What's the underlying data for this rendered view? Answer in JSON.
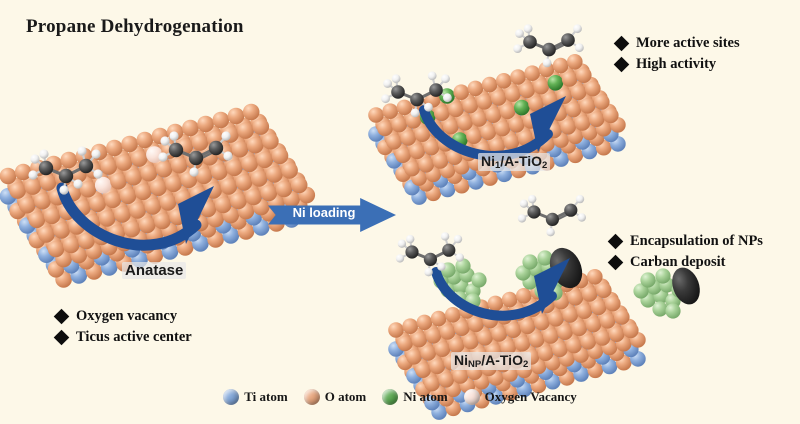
{
  "title": "Propane Dehydrogenation",
  "process_arrow": {
    "label": "Ni loading"
  },
  "panels": {
    "left": {
      "slab_label": "Anatase",
      "bullets": [
        "Oxygen vacancy",
        "Ticus active center"
      ],
      "reactant": "propane",
      "product": "propylene"
    },
    "top_right": {
      "slab_label_main": "Ni",
      "slab_label_sub1": "1",
      "slab_label_mid": "/A-TiO",
      "slab_label_sub2": "2",
      "bullets": [
        "More active sites",
        "High activity"
      ],
      "ni_species": "single atoms",
      "ni_count": 5
    },
    "bottom_right": {
      "slab_label_main": "Ni",
      "slab_label_sub1": "NP",
      "slab_label_mid": "/A-TiO",
      "slab_label_sub2": "2",
      "bullets": [
        "Encapsulation of NPs",
        "Carban deposit"
      ],
      "ni_species": "nanoparticles",
      "np_count": 3,
      "coke_count": 2
    }
  },
  "legend": [
    {
      "name": "ti-atom",
      "label": "Ti atom",
      "color": "#7fa5d8"
    },
    {
      "name": "o-atom",
      "label": "O atom",
      "color": "#e8a57c"
    },
    {
      "name": "ni-atom",
      "label": "Ni atom",
      "color": "#5aa84f"
    },
    {
      "name": "oxygen-vacancy",
      "label": "Oxygen Vacancy",
      "color": "#fae3da"
    }
  ],
  "colors": {
    "background": "#fdf8e8",
    "arrow_blue": "#1f4e96",
    "process_arrow_blue": "#3b6fb6",
    "ti_blue": "#7fa5d8",
    "o_orange": "#e8a57c",
    "ni_green": "#5aa84f",
    "ni_np_green": "#a9cf9a",
    "coke_black": "#2e2e2e",
    "vacancy_pink": "#fae3da",
    "text_dark": "#111111"
  }
}
